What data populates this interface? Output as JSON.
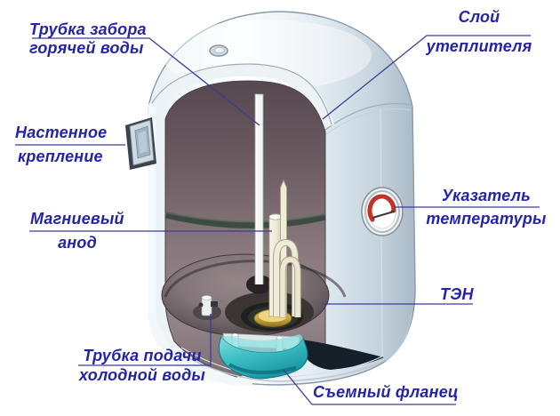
{
  "diagram": {
    "subject": "water-heater-cutaway",
    "labels": {
      "hot_water": {
        "l1": "Трубка забора",
        "l2": "горячей воды"
      },
      "insulation": {
        "l1": "Слой",
        "l2": "утеплителя"
      },
      "wall_mount": {
        "l1": "Настенное",
        "l2": "крепление"
      },
      "anode": {
        "l1": "Магниевый",
        "l2": "анод"
      },
      "temperature": {
        "l1": "Указатель",
        "l2": "температуры"
      },
      "heating_element": {
        "l1": "ТЭН"
      },
      "cold_water": {
        "l1": "Трубка подачи",
        "l2": "холодной воды"
      },
      "flange": {
        "l1": "Съемный фланец"
      }
    },
    "colors": {
      "label_text": "#2424a8",
      "leader_line": "#3c3c9a",
      "casing": "#e7eff5",
      "interior": "#6b5c62",
      "bracket_teal": "#3fc0c6",
      "flange_gold": "#cfa93f",
      "gauge_red": "#c23327"
    }
  }
}
